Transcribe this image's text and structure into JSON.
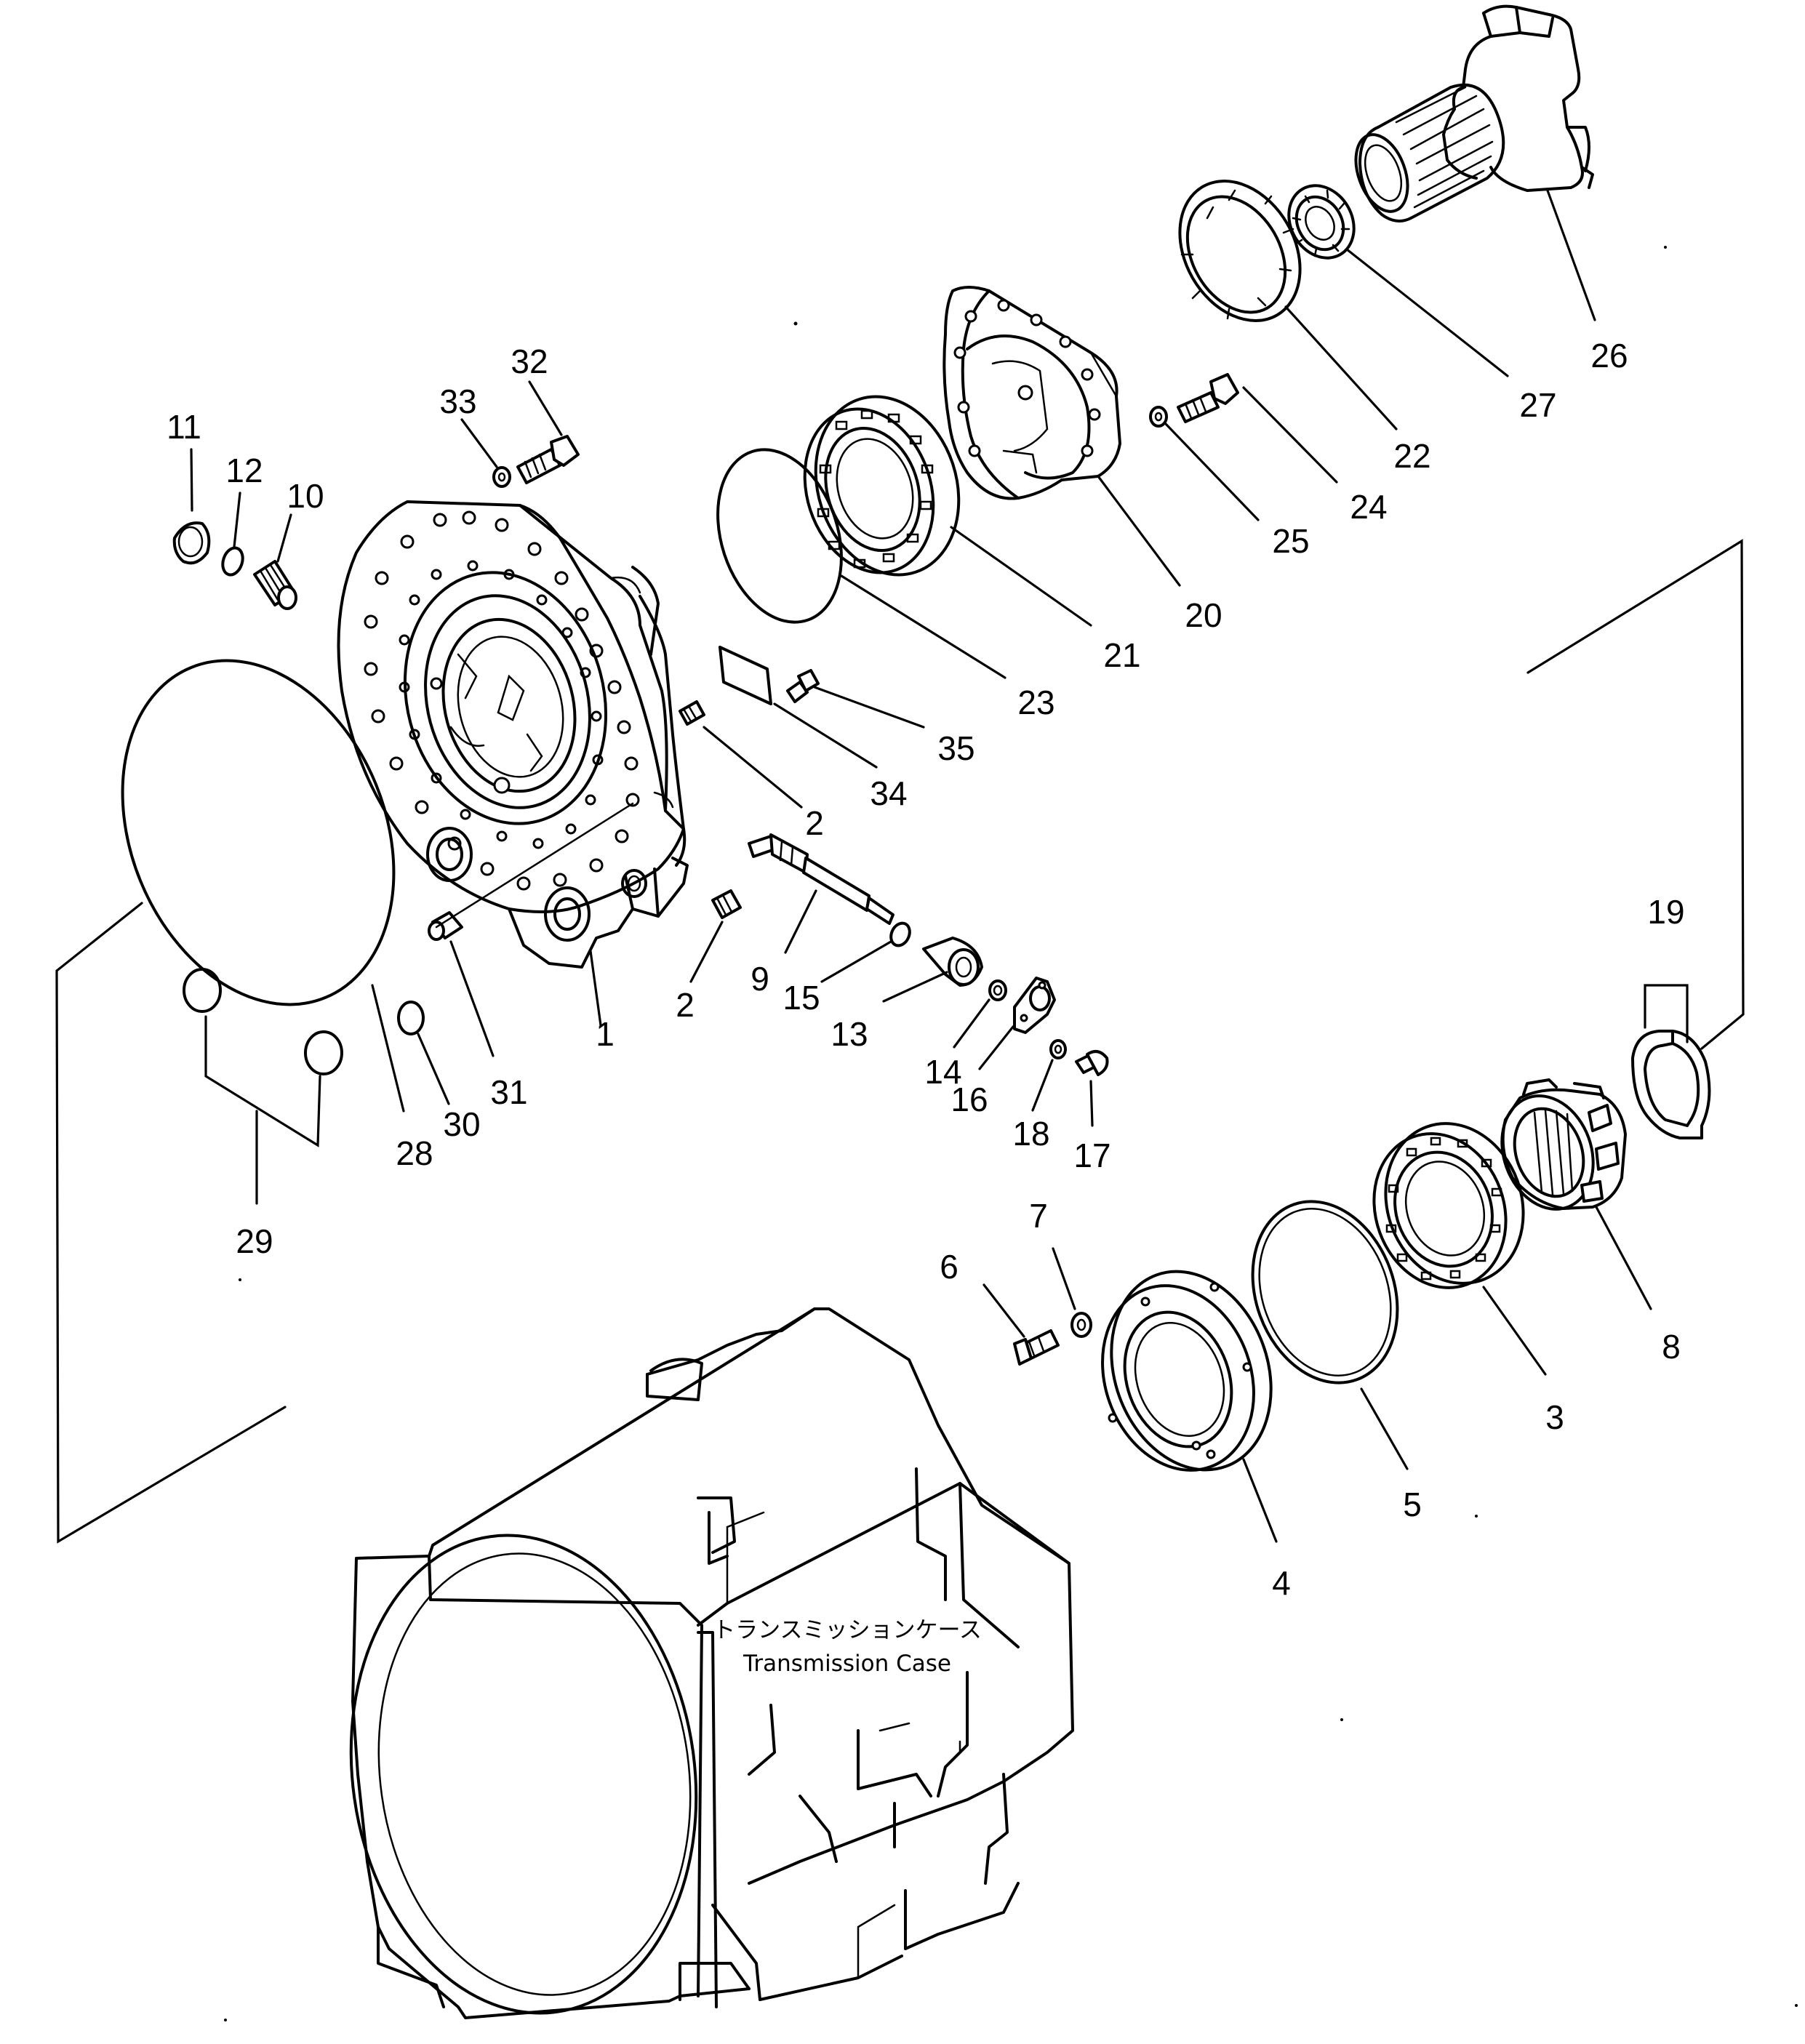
{
  "case_label": {
    "japanese": "トランスミッションケース",
    "english": "Transmission Case"
  },
  "callouts": {
    "c1": "1",
    "c2a": "2",
    "c2b": "2",
    "c3": "3",
    "c4": "4",
    "c5": "5",
    "c6": "6",
    "c7": "7",
    "c8": "8",
    "c9": "9",
    "c10": "10",
    "c11": "11",
    "c12": "12",
    "c13": "13",
    "c14": "14",
    "c15": "15",
    "c16": "16",
    "c17": "17",
    "c18": "18",
    "c19": "19",
    "c20": "20",
    "c21": "21",
    "c22": "22",
    "c23": "23",
    "c24": "24",
    "c25": "25",
    "c26": "26",
    "c27": "27",
    "c28": "28",
    "c29": "29",
    "c30": "30",
    "c31": "31",
    "c32": "32",
    "c33": "33",
    "c34": "34",
    "c35": "35"
  }
}
